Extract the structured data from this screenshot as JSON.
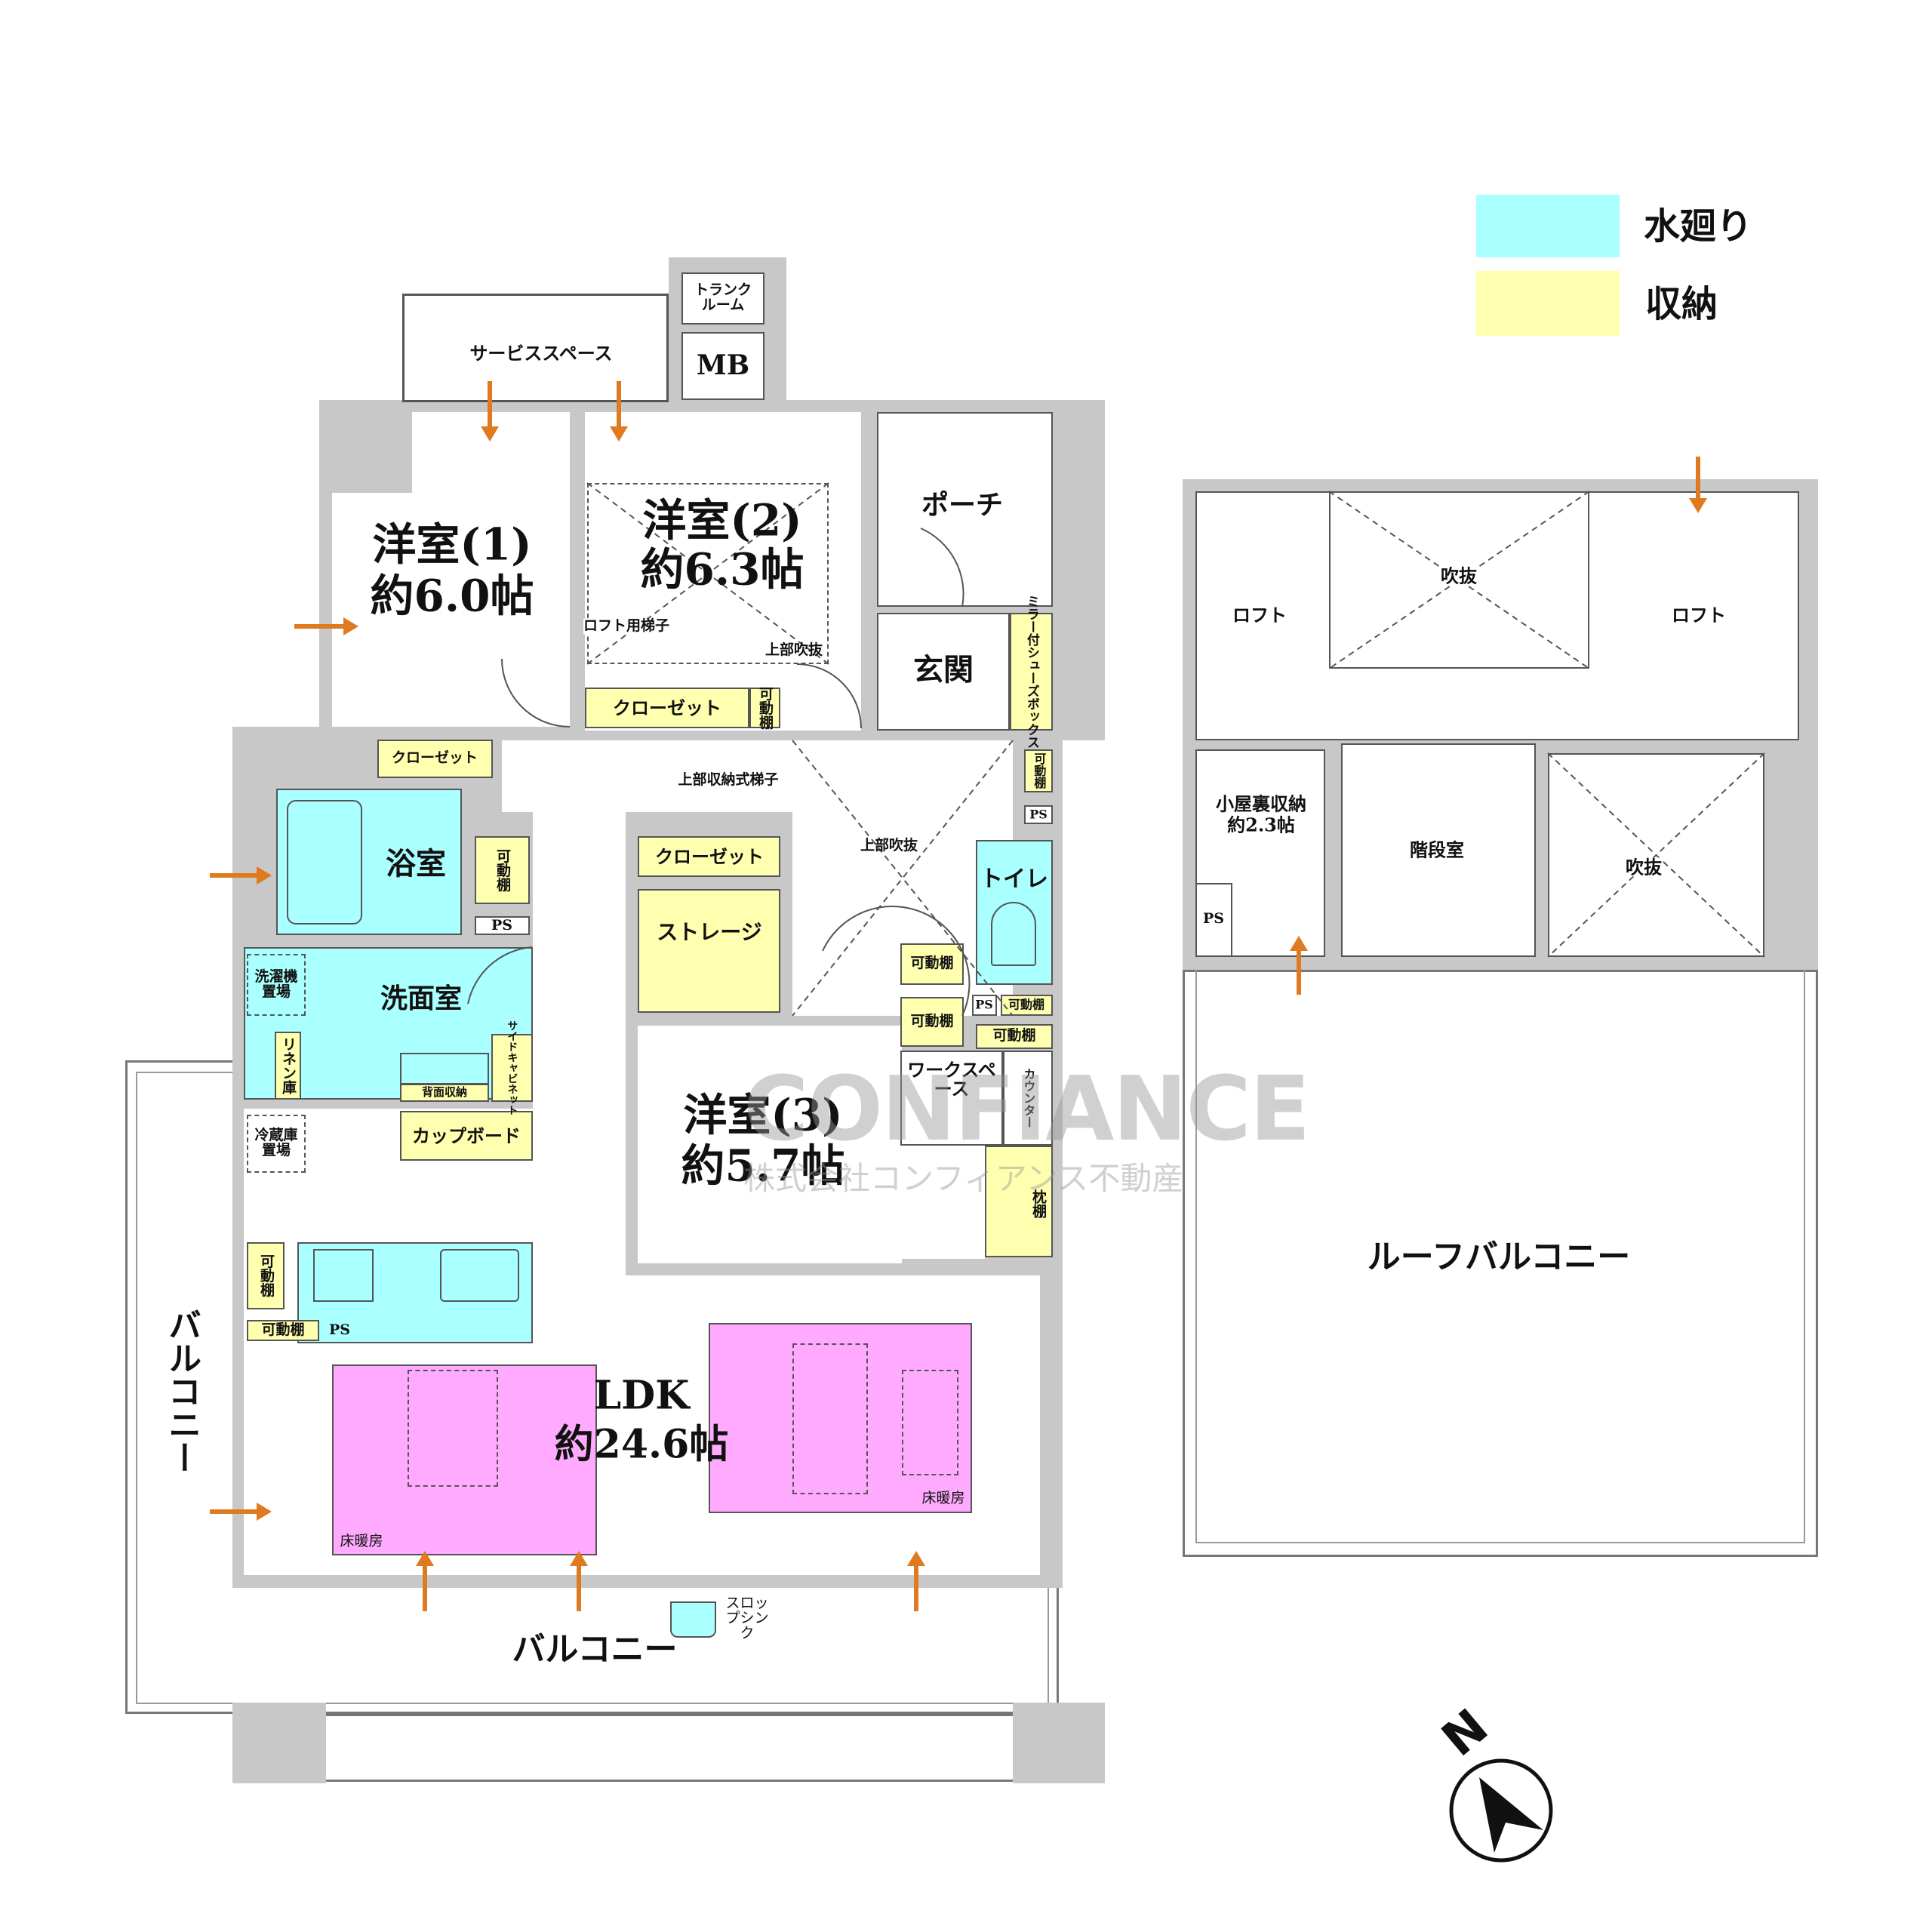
{
  "legend": [
    {
      "label": "水廻り",
      "color": "#aaffff"
    },
    {
      "label": "収納",
      "color": "#ffffb0"
    }
  ],
  "rooms": {
    "service_space": "サービススペース",
    "trunk_room": "トランクルーム",
    "mb": "MB",
    "western1_name": "洋室(1)",
    "western1_size": "約6.0帖",
    "western2_name": "洋室(2)",
    "western2_size": "約6.3帖",
    "western3_name": "洋室(3)",
    "western3_size": "約5.7帖",
    "porch": "ポーチ",
    "entrance": "玄関",
    "shoebox": "ミラー付シューズボックス",
    "loft_ladder": "ロフト用梯子",
    "upper_void": "上部吹抜",
    "closet": "クローゼット",
    "movable_shelf": "可動棚",
    "folding_ladder": "上部収納式梯子",
    "bath": "浴室",
    "ps": "PS",
    "washroom": "洗面室",
    "washer": "洗濯機置場",
    "linen": "リネン庫",
    "back_storage": "背面収納",
    "side_cabinet": "サイドキャビネット",
    "cupboard": "カップボード",
    "fridge": "冷蔵庫置場",
    "storage": "ストレージ",
    "toilet": "トイレ",
    "workspace": "ワークスペース",
    "counter": "カウンター",
    "pillow_shelf": "枕棚",
    "ldk_name": "LDK",
    "ldk_size": "約24.6帖",
    "floor_heating": "床暖房",
    "slop_sink": "スロップシンク",
    "balcony": "バルコニー"
  },
  "loft_floor": {
    "loft": "ロフト",
    "void": "吹抜",
    "attic_name": "小屋裏収納",
    "attic_size": "約2.3帖",
    "stair": "階段室",
    "ps": "PS",
    "roof_balcony": "ルーフバルコニー"
  },
  "compass": "N",
  "watermark": {
    "logo": "CONFIANCE",
    "company": "株式会社コンフィアンス不動産"
  }
}
